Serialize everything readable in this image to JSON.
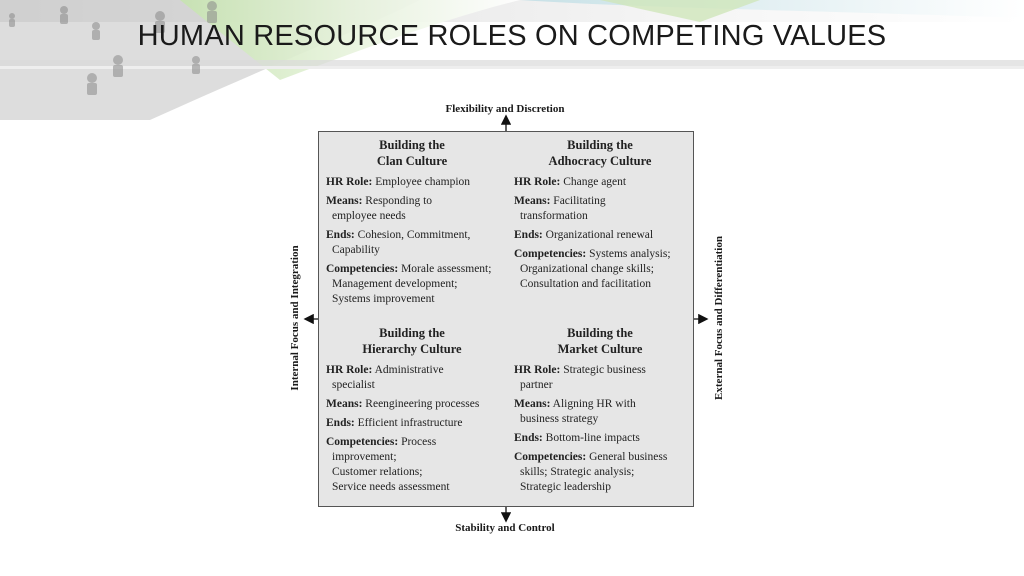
{
  "slide": {
    "title": "HUMAN RESOURCE ROLES ON COMPETING VALUES"
  },
  "axes": {
    "top": "Flexibility and Discretion",
    "bottom": "Stability and Control",
    "left": "Internal Focus and Integration",
    "right": "External Focus and Differentiation"
  },
  "quadrants": {
    "clan": {
      "title_line1": "Building the",
      "title_line2": "Clan Culture",
      "hr_role_label": "HR Role:",
      "hr_role_text": "Employee champion",
      "means_label": "Means:",
      "means_text": "Responding to",
      "means_text2": "employee needs",
      "ends_label": "Ends:",
      "ends_text": "Cohesion, Commitment,",
      "ends_text2": "Capability",
      "comp_label": "Competencies:",
      "comp_text": "Morale assessment;",
      "comp_text2": "Management development;",
      "comp_text3": "Systems improvement"
    },
    "adhocracy": {
      "title_line1": "Building the",
      "title_line2": "Adhocracy Culture",
      "hr_role_label": "HR Role:",
      "hr_role_text": "Change agent",
      "means_label": "Means:",
      "means_text": "Facilitating",
      "means_text2": "transformation",
      "ends_label": "Ends:",
      "ends_text": "Organizational renewal",
      "comp_label": "Competencies:",
      "comp_text": "Systems analysis;",
      "comp_text2": "Organizational change skills;",
      "comp_text3": "Consultation and facilitation"
    },
    "hierarchy": {
      "title_line1": "Building the",
      "title_line2": "Hierarchy Culture",
      "hr_role_label": "HR Role:",
      "hr_role_text": "Administrative",
      "hr_role_text2": "specialist",
      "means_label": "Means:",
      "means_text": "Reengineering processes",
      "ends_label": "Ends:",
      "ends_text": "Efficient infrastructure",
      "comp_label": "Competencies:",
      "comp_text": "Process",
      "comp_text2": "improvement;",
      "comp_text3": "Customer relations;",
      "comp_text4": "Service needs assessment"
    },
    "market": {
      "title_line1": "Building the",
      "title_line2": "Market Culture",
      "hr_role_label": "HR Role:",
      "hr_role_text": "Strategic business",
      "hr_role_text2": "partner",
      "means_label": "Means:",
      "means_text": "Aligning HR with",
      "means_text2": "business strategy",
      "ends_label": "Ends:",
      "ends_text": "Bottom-line impacts",
      "comp_label": "Competencies:",
      "comp_text": "General business",
      "comp_text2": "skills; Strategic analysis;",
      "comp_text3": "Strategic leadership"
    }
  }
}
